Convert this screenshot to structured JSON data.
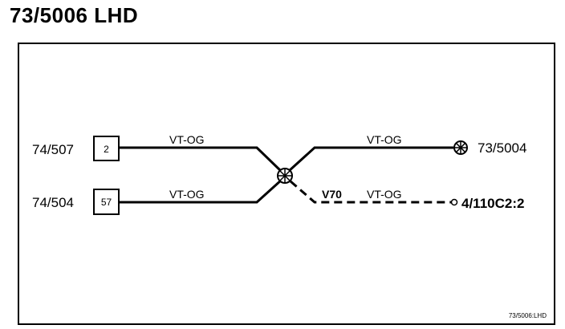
{
  "title": "73/5006 LHD",
  "connectors": {
    "left_top": {
      "id": "74/507",
      "pin": "2"
    },
    "left_bottom": {
      "id": "74/504",
      "pin": "57"
    },
    "right_top": {
      "id": "73/5004"
    },
    "right_bottom": {
      "id": "4/110C2:2"
    }
  },
  "wires": {
    "top_left": "VT-OG",
    "bottom_left": "VT-OG",
    "top_right": "VT-OG",
    "bottom_right": "VT-OG",
    "option_code": "V70"
  },
  "reference": "73/5006:LHD"
}
